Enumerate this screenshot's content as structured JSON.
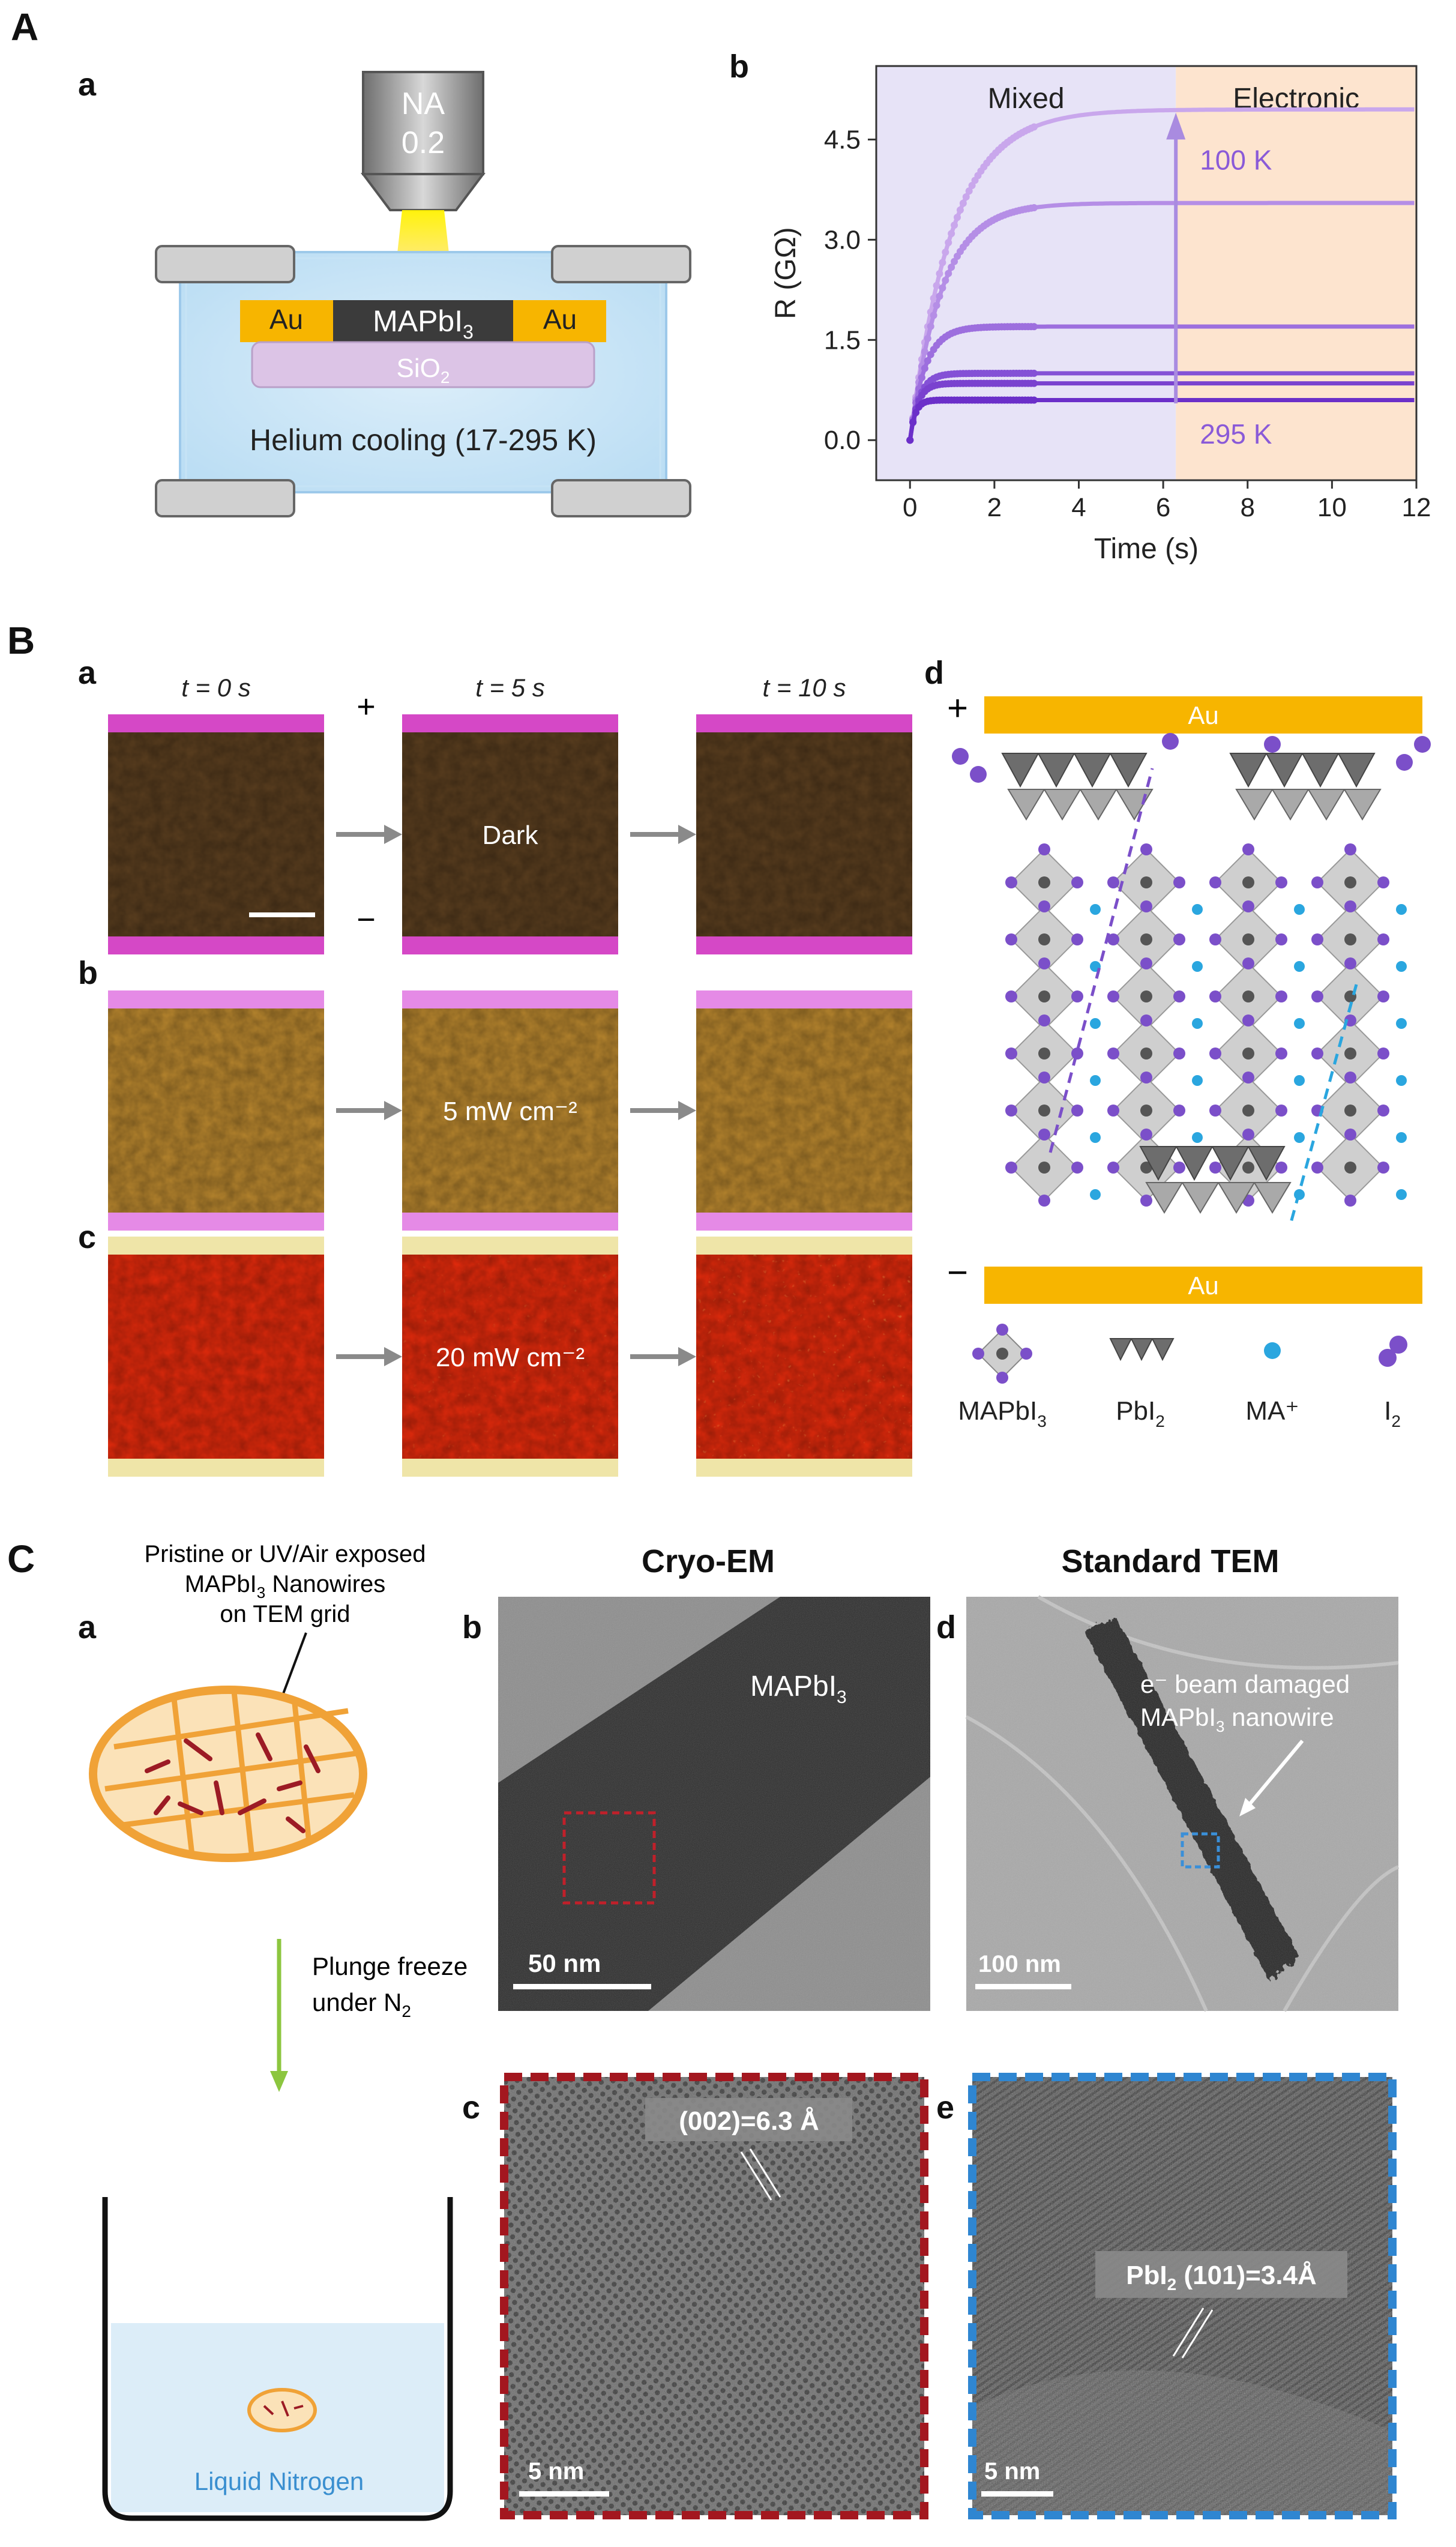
{
  "labels": {
    "A": "A",
    "B": "B",
    "C": "C",
    "a": "a",
    "b": "b",
    "c": "c",
    "d": "d",
    "e": "e"
  },
  "panelA": {
    "objective": {
      "na": "NA",
      "value": "0.2"
    },
    "au_left": "Au",
    "au_right": "Au",
    "material": "MAPbI",
    "material_sub": "3",
    "substrate": "SiO",
    "substrate_sub": "2",
    "cooling": "Helium cooling (17-295 K)"
  },
  "chart_data": {
    "type": "line",
    "ylabel": "R (GΩ)",
    "xlabel": "Time (s)",
    "xlim": [
      -0.8,
      12
    ],
    "ylim": [
      -0.6,
      5.6
    ],
    "xticks": [
      0,
      2,
      4,
      6,
      8,
      10,
      12
    ],
    "yticks": [
      "0.0",
      "1.5",
      "3.0",
      "4.5"
    ],
    "regions": [
      {
        "name": "Mixed",
        "x_from": -0.8,
        "x_to": 6.3,
        "color": "#e7e3f7"
      },
      {
        "name": "Electronic",
        "x_from": 6.3,
        "x_to": 12,
        "color": "#fde4cf"
      }
    ],
    "annotations": {
      "top": "100 K",
      "bottom": "295 K"
    },
    "series": [
      {
        "plateau": 4.95,
        "tau": 1.0,
        "color": "#c9a7ec"
      },
      {
        "plateau": 3.55,
        "tau": 0.75,
        "color": "#b58ee6"
      },
      {
        "plateau": 1.7,
        "tau": 0.35,
        "color": "#9d6fde"
      },
      {
        "plateau": 1.0,
        "tau": 0.22,
        "color": "#8451d6"
      },
      {
        "plateau": 0.85,
        "tau": 0.18,
        "color": "#7a42cf"
      },
      {
        "plateau": 0.6,
        "tau": 0.12,
        "color": "#6b2fc9"
      }
    ],
    "switch_x": 6.3
  },
  "panelB": {
    "times": [
      "t = 0 s",
      "t = 5 s",
      "t = 10 s"
    ],
    "plus": "+",
    "minus": "−",
    "rows": [
      {
        "label": "Dark",
        "base": "#5a3e1f"
      },
      {
        "label": "5 mW cm⁻²",
        "base": "#b8862e"
      },
      {
        "label": "20 mW cm⁻²",
        "base": "#e22a0c"
      }
    ],
    "au_top": "Au",
    "au_bottom": "Au",
    "legend": [
      "MAPbI",
      "PbI",
      "MA⁺",
      "I"
    ],
    "legend_subs": [
      "3",
      "2",
      "",
      "2"
    ]
  },
  "panelC": {
    "title_cryo": "Cryo-EM",
    "title_std": "Standard TEM",
    "sample_text": [
      "Pristine or UV/Air exposed",
      "MAPbI",
      "3",
      " Nanowires",
      "on TEM grid"
    ],
    "plunge": [
      "Plunge freeze",
      "under N",
      "2"
    ],
    "liquid": "Liquid Nitrogen",
    "b_label": "MAPbI",
    "b_sub": "3",
    "b_scale": "50 nm",
    "d_text": [
      "e⁻ beam damaged",
      "MAPbI",
      "3",
      " nanowire"
    ],
    "d_scale": "100 nm",
    "c_annot": "(002)=6.3 Å",
    "c_scale": "5 nm",
    "e_annot_a": "PbI",
    "e_annot_sub": "2",
    "e_annot_b": " (101)=3.4Å",
    "e_scale": "5 nm"
  },
  "colors": {
    "gold": "#f7b500",
    "purple": "#7b4fc9",
    "red_dash": "#b0171f",
    "blue_dash": "#2f86d1"
  }
}
